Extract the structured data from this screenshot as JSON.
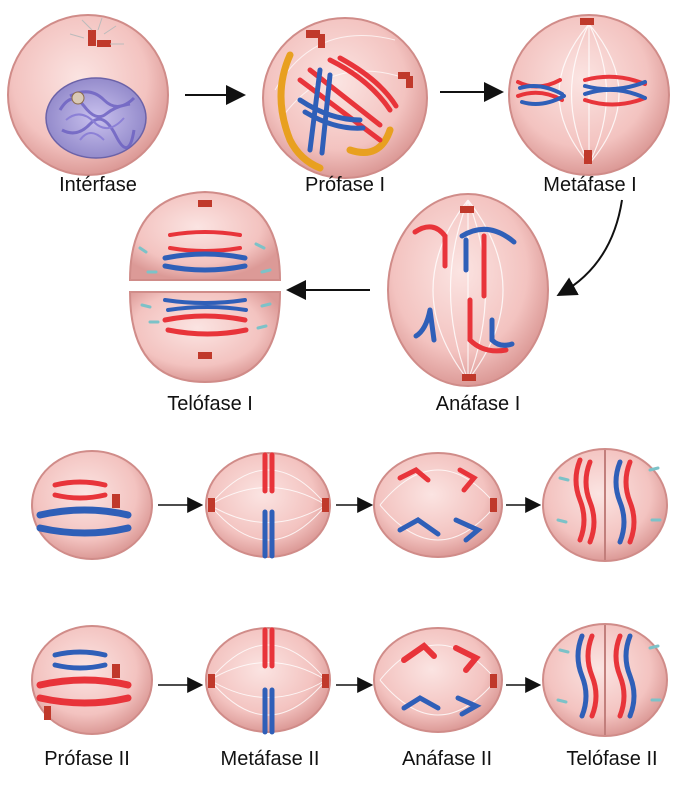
{
  "labels": {
    "interfase": "Intérfase",
    "profase_1": "Prófase I",
    "metafase_1": "Metáfase I",
    "telofase_1": "Telófase I",
    "anafase_1": "Anáfase I",
    "profase_2": "Prófase II",
    "metafase_2": "Metáfase II",
    "anafase_2": "Anáfase II",
    "telofase_2": "Telófase II"
  },
  "colors": {
    "cell_fill": "#f3c3c0",
    "cell_edge": "#d9908e",
    "nucleus": "#a9a0d8",
    "chromosome_red": "#e8343a",
    "chromosome_blue": "#2f5fb8",
    "spindle": "#ffffff",
    "centrosome": "#c0392b",
    "arrow": "#111111",
    "chromatin_yellow": "#e8a020"
  }
}
